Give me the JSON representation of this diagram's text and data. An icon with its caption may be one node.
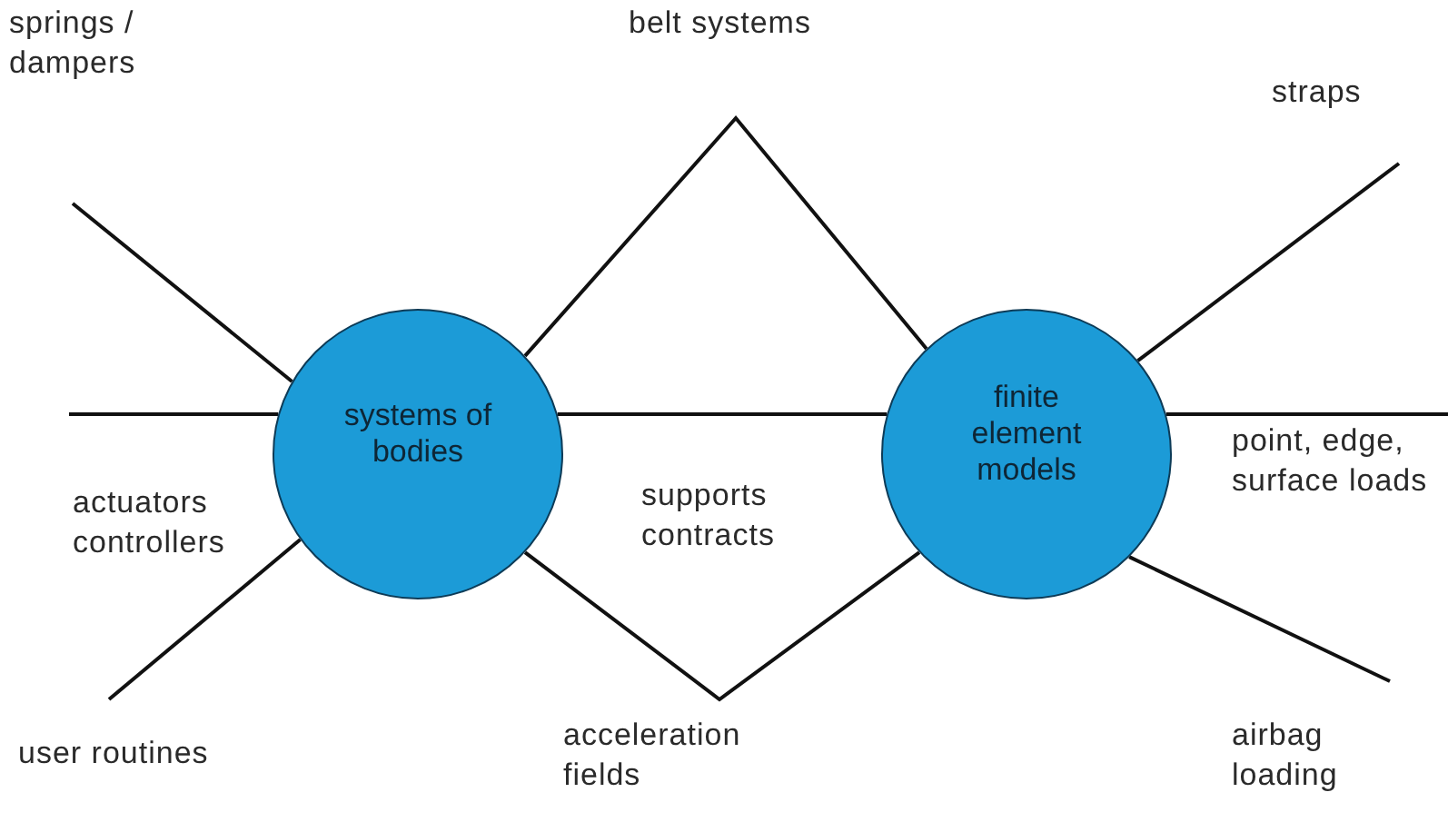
{
  "diagram": {
    "nodes": [
      {
        "text": [
          "systems of bodies"
        ]
      },
      {
        "text": [
          "finite element models"
        ]
      }
    ],
    "edges": [
      {
        "from": 0,
        "to": null,
        "arrow": "none",
        "label": "springs / dampers"
      },
      {
        "from": 0,
        "to": null,
        "arrow": "none",
        "label": "actuators controllers"
      },
      {
        "from": 0,
        "to": null,
        "arrow": "none",
        "label": "user routines"
      },
      {
        "from": 0,
        "to": 1,
        "arrow": "none",
        "label": "belt systems"
      },
      {
        "from": 0,
        "to": 1,
        "arrow": "none",
        "label": "supports contracts"
      },
      {
        "from": 0,
        "to": 1,
        "arrow": "none",
        "label": "acceleration fields"
      },
      {
        "from": 1,
        "to": null,
        "arrow": "none",
        "label": "straps"
      },
      {
        "from": 1,
        "to": null,
        "arrow": "none",
        "label": "point, edge, surface loads"
      },
      {
        "from": 1,
        "to": null,
        "arrow": "none",
        "label": "airbag loading"
      }
    ]
  }
}
